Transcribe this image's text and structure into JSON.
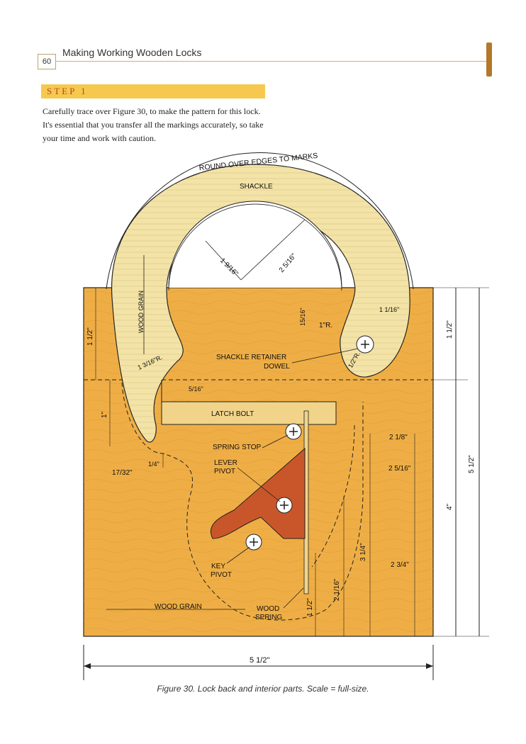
{
  "header": {
    "page_number": "60",
    "running_head": "Making Working Wooden Locks"
  },
  "step": {
    "label": "STEP 1"
  },
  "intro_text": "Carefully trace over Figure 30, to make the pattern for this lock. It's essential that you transfer all the markings accurately, so take your time and work with caution.",
  "figure": {
    "labels": {
      "round_over": "ROUND OVER EDGES TO MARKS",
      "shackle": "SHACKLE",
      "wood_grain_vertical": "WOOD GRAIN",
      "shackle_retainer": "SHACKLE RETAINER",
      "dowel": "DOWEL",
      "latch_bolt": "LATCH BOLT",
      "spring_stop": "SPRING STOP",
      "lever": "LEVER",
      "pivot": "PIVOT",
      "key": "KEY",
      "key_pivot": "PIVOT",
      "wood_grain_bottom": "WOOD GRAIN",
      "wood": "WOOD",
      "spring": "SPRING",
      "radius_1": "1\"R.",
      "radius_half": "1/2\"R."
    },
    "dimensions": {
      "d_1_9_16": "1 9/16\"",
      "d_2_5_16": "2 5/16\"",
      "d_15_16": "15/16\"",
      "d_1_1_16": "1 1/16\"",
      "d_1_1_2_left": "1 1/2\"",
      "d_1_3_16R": "1 3/16\"R.",
      "d_5_16": "5/16\"",
      "d_1_left": "1\"",
      "d_17_32": "17/32\"",
      "d_1_4": "1/4\"",
      "d_2_1_8": "2 1/8\"",
      "d_2_5_16_right": "2 5/16\"",
      "d_2_3_4": "2 3/4\"",
      "d_3_1_4": "3 1/4\"",
      "d_2_1_16": "2 1/16\"",
      "d_1_1_2_bottom": "1 1/2\"",
      "d_1_1_2_right": "1 1/2\"",
      "d_4": "4\"",
      "d_5_1_2_right": "5 1/2\"",
      "d_5_1_2_bottom": "5 1/2\""
    },
    "caption": "Figure 30. Lock back and interior parts. Scale = full-size."
  },
  "colors": {
    "body_wood": "#efae45",
    "shackle_wood": "#f3e3a6",
    "lever": "#c9562a",
    "accent": "#f6c94e"
  }
}
